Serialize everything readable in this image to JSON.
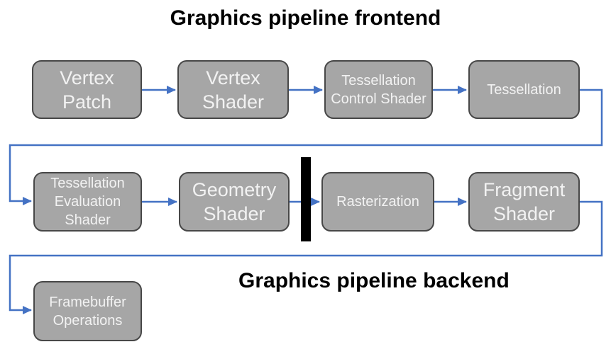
{
  "titles": {
    "frontend": "Graphics pipeline frontend",
    "backend": "Graphics pipeline backend"
  },
  "nodes": {
    "vertex_patch": {
      "label": "Vertex Patch"
    },
    "vertex_shader": {
      "label": "Vertex Shader"
    },
    "tessellation_control_shader": {
      "label": "Tessellation Control Shader"
    },
    "tessellation": {
      "label": "Tessellation"
    },
    "tessellation_evaluation_shader": {
      "label": "Tessellation Evaluation Shader"
    },
    "geometry_shader": {
      "label": "Geometry Shader"
    },
    "rasterization": {
      "label": "Rasterization"
    },
    "fragment_shader": {
      "label": "Fragment Shader"
    },
    "framebuffer_operations": {
      "label": "Framebuffer Operations"
    }
  },
  "colors": {
    "box_fill": "#a6a6a6",
    "box_border": "#474747",
    "box_text": "#f2f2f2",
    "arrow": "#4472c4",
    "divider_bar": "#000000",
    "title_text": "#000000",
    "background": "#ffffff"
  }
}
